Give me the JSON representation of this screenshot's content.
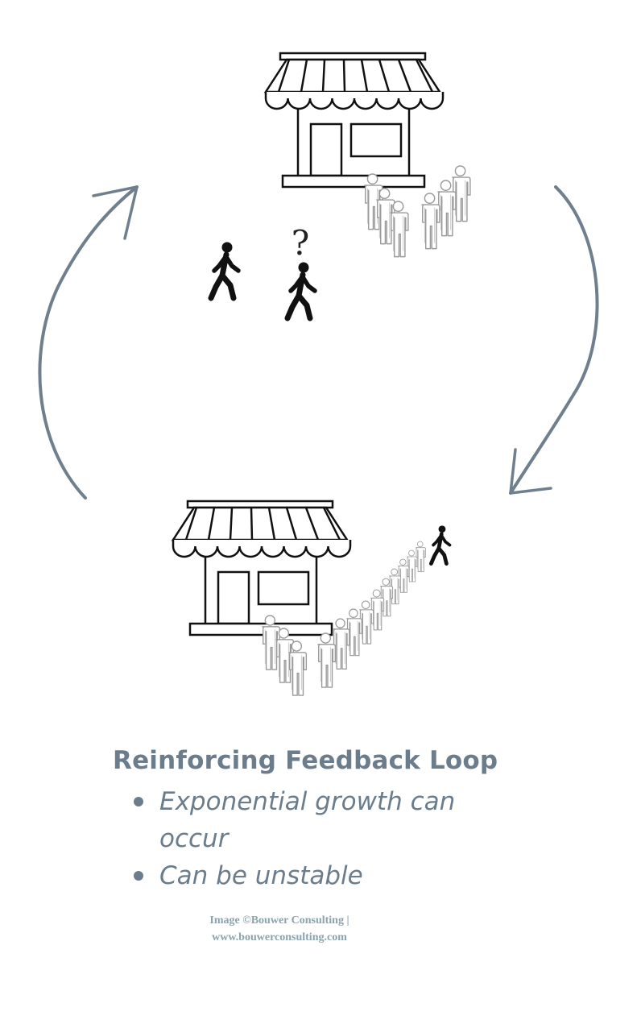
{
  "caption": {
    "title": "Reinforcing Feedback Loop",
    "bullets": [
      "Exponential growth can occur",
      "Can be unstable"
    ]
  },
  "credit": {
    "line1": "Image ©Bouwer Consulting |",
    "line2": "www.bouwerconsulting.com"
  },
  "diagram": {
    "question_mark": "?",
    "arrow_color": "#6f7f8d",
    "text_color": "#6b7d8c",
    "outline_color": "#9a9a9a",
    "icons": [
      "shop-icon",
      "person-walking-icon",
      "person-outline-icon",
      "loop-arrow-icon"
    ]
  }
}
